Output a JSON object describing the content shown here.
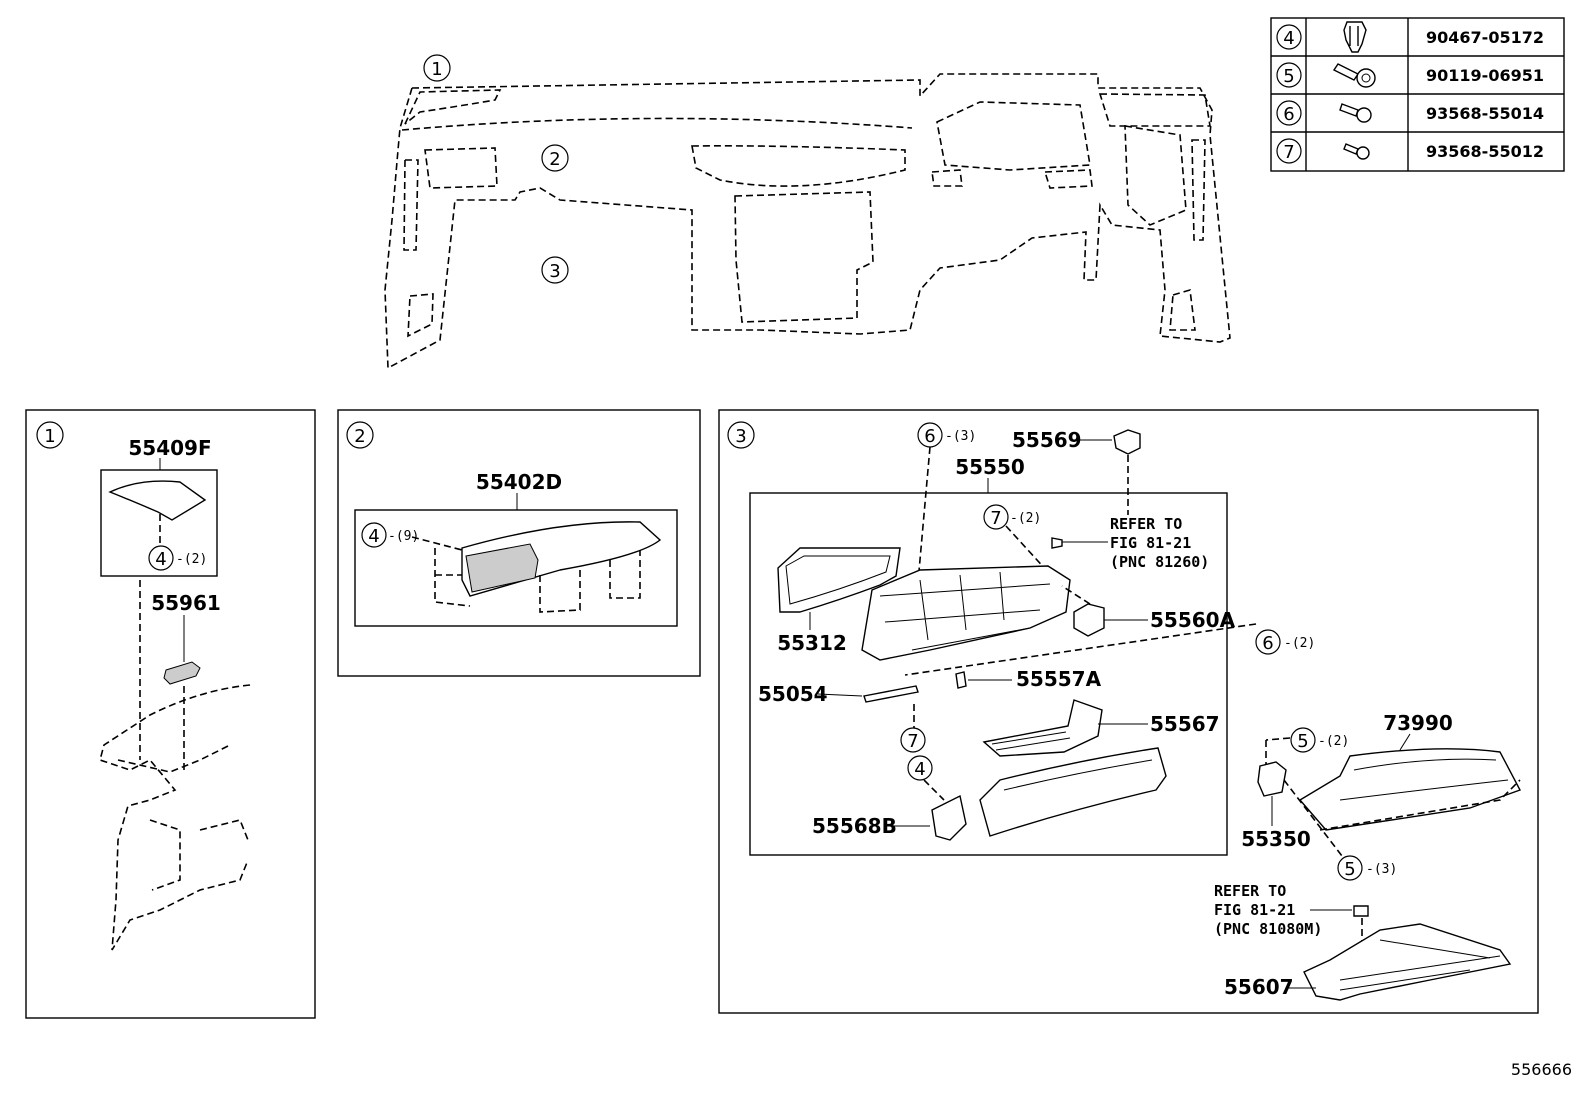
{
  "figure_id": "556666",
  "fastener_table": [
    {
      "ref": "4",
      "part": "90467-05172",
      "icon": "clip-icon"
    },
    {
      "ref": "5",
      "part": "90119-06951",
      "icon": "bolt-washer-icon"
    },
    {
      "ref": "6",
      "part": "93568-55014",
      "icon": "screw-icon"
    },
    {
      "ref": "7",
      "part": "93568-55012",
      "icon": "small-screw-icon"
    }
  ],
  "overview": {
    "callouts": [
      "1",
      "2",
      "3"
    ]
  },
  "panel1": {
    "number": "1",
    "p55409F": "55409F",
    "p55961": "55961",
    "ref4": "4",
    "qty4": "-(2)"
  },
  "panel2": {
    "number": "2",
    "p55402D": "55402D",
    "ref4": "4",
    "qty4": "-(9)"
  },
  "panel3": {
    "number": "3",
    "ref6a": "6",
    "qty6a": "-(3)",
    "p55569": "55569",
    "p55550": "55550",
    "ref7a": "7",
    "qty7a": "-(2)",
    "refer1": [
      "REFER TO",
      "FIG 81-21",
      "(PNC 81260)"
    ],
    "p55312": "55312",
    "p55560A": "55560A",
    "ref6b": "6",
    "qty6b": "-(2)",
    "p55054": "55054",
    "p55557A": "55557A",
    "p55567": "55567",
    "ref7b": "7",
    "ref4": "4",
    "p55568B": "55568B",
    "ref5a": "5",
    "qty5a": "-(2)",
    "p73990": "73990",
    "p55350": "55350",
    "ref5b": "5",
    "qty5b": "-(3)",
    "refer2": [
      "REFER TO",
      "FIG 81-21",
      "(PNC 81080M)"
    ],
    "p55607": "55607"
  }
}
